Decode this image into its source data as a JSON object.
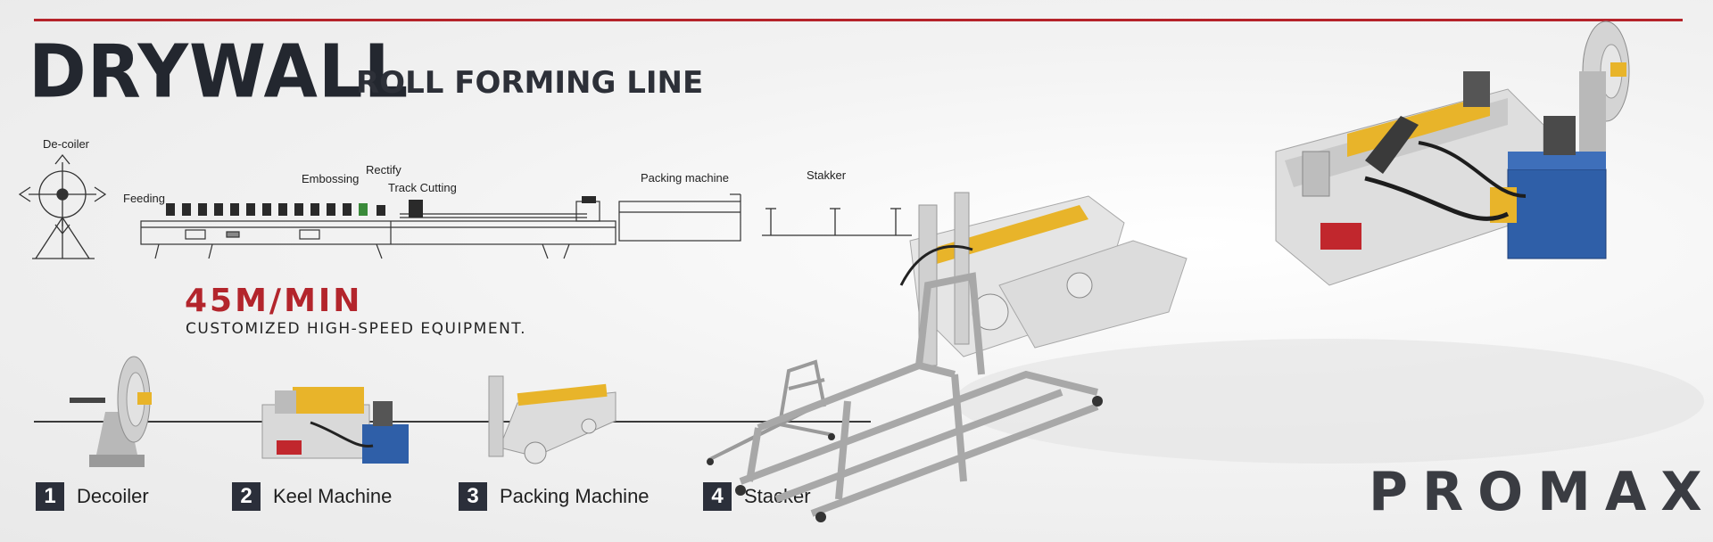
{
  "header": {
    "title_main": "DRYWALL",
    "title_sub": "ROLL FORMING LINE"
  },
  "diagram": {
    "labels": {
      "decoiler": "De-coiler",
      "feeding": "Feeding",
      "embossing": "Embossing",
      "rectify": "Rectify",
      "track_cutting": "Track Cutting",
      "packing": "Packing machine",
      "stacker": "Stakker"
    }
  },
  "promo": {
    "speed": "45M/MIN",
    "tagline": "CUSTOMIZED HIGH-SPEED EQUIPMENT."
  },
  "steps": [
    {
      "num": "1",
      "label": "Decoiler"
    },
    {
      "num": "2",
      "label": "Keel Machine"
    },
    {
      "num": "3",
      "label": "Packing Machine"
    },
    {
      "num": "4",
      "label": "Stacker"
    }
  ],
  "brand": {
    "logo": "PROMAX"
  },
  "colors": {
    "accent_red": "#b5232a",
    "dark": "#23272f",
    "machine_yellow": "#e8b42a",
    "motor_blue": "#2f5fa8"
  }
}
